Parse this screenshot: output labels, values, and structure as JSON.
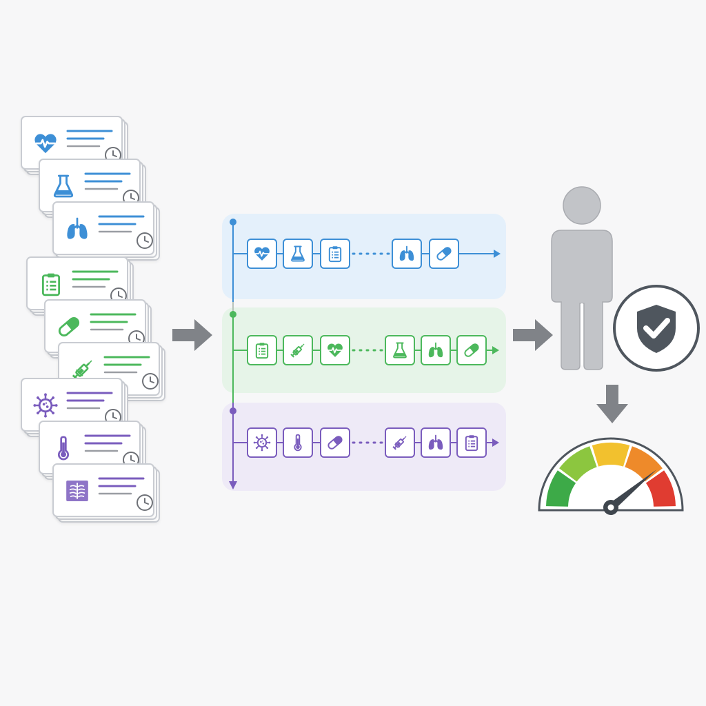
{
  "colors": {
    "background": "#f7f7f8",
    "card_border": "#c9ccd2",
    "arrow": "#808388",
    "blue": "#3d8fd6",
    "green": "#4cb85c",
    "purple": "#7a5cbd",
    "blue_band": "#e4f0fb",
    "green_band": "#e6f4e8",
    "purple_band": "#eeeaf7",
    "person": "#c2c4c8",
    "shield": "#4f565e",
    "gauge": [
      "#3daa48",
      "#8cc63f",
      "#f2c12e",
      "#ee8a2a",
      "#e03c31"
    ]
  },
  "record_groups": [
    {
      "color": "blue",
      "icons": [
        "heart-icon",
        "flask-icon",
        "lungs-icon"
      ]
    },
    {
      "color": "green",
      "icons": [
        "clipboard-icon",
        "pill-icon",
        "syringe-icon"
      ]
    },
    {
      "color": "purple",
      "icons": [
        "virus-icon",
        "thermometer-icon",
        "xray-icon"
      ]
    }
  ],
  "timelines": [
    {
      "color": "blue",
      "icons": [
        "heart-icon",
        "flask-icon",
        "clipboard-icon",
        "lungs-icon",
        "pill-icon"
      ]
    },
    {
      "color": "green",
      "icons": [
        "clipboard-icon",
        "syringe-icon",
        "heart-icon",
        "flask-icon",
        "lungs-icon",
        "pill-icon"
      ]
    },
    {
      "color": "purple",
      "icons": [
        "virus-icon",
        "thermometer-icon",
        "pill-icon",
        "syringe-icon",
        "lungs-icon",
        "clipboard-icon"
      ]
    }
  ],
  "outcome": {
    "person_icon": "person-icon",
    "badge_icon": "shield-check-icon",
    "gauge_icon": "risk-gauge-icon",
    "gauge_level": 0.78
  }
}
